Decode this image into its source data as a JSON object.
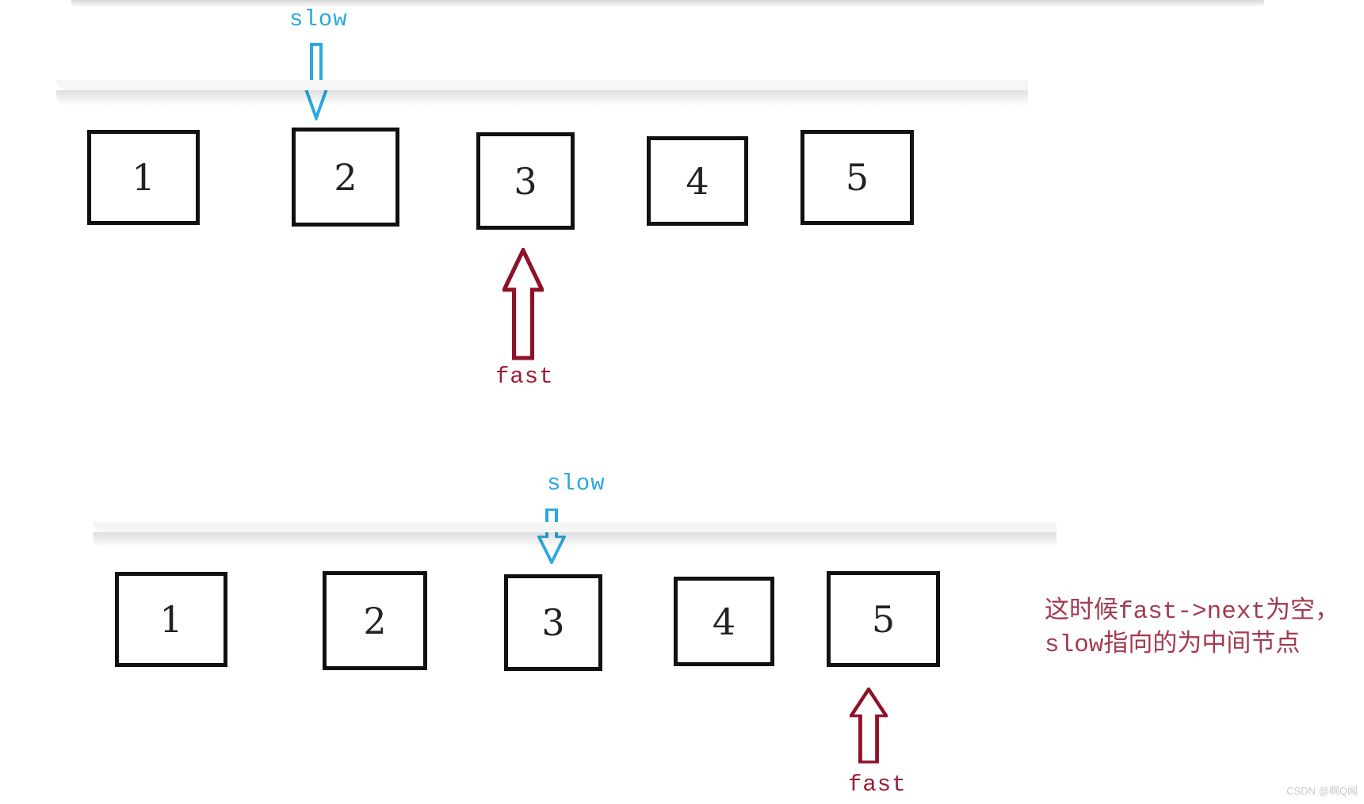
{
  "colors": {
    "pointer_blue": "#29a9e1",
    "pointer_red": "#8f1128",
    "annotation_red": "#a23b50",
    "box_border": "#111111"
  },
  "diagram1": {
    "slow_label": "slow",
    "fast_label": "fast",
    "nodes": [
      "1",
      "2",
      "3",
      "4",
      "5"
    ],
    "slow_points_to_node": "2",
    "fast_points_to_node": "3"
  },
  "diagram2": {
    "slow_label": "slow",
    "fast_label": "fast",
    "nodes": [
      "1",
      "2",
      "3",
      "4",
      "5"
    ],
    "slow_points_to_node": "3",
    "fast_points_to_node": "5"
  },
  "annotation": {
    "line1": "这时候fast->next为空，",
    "line2": "slow指向的为中间节点"
  },
  "watermark": "CSDN @啊Q闻"
}
